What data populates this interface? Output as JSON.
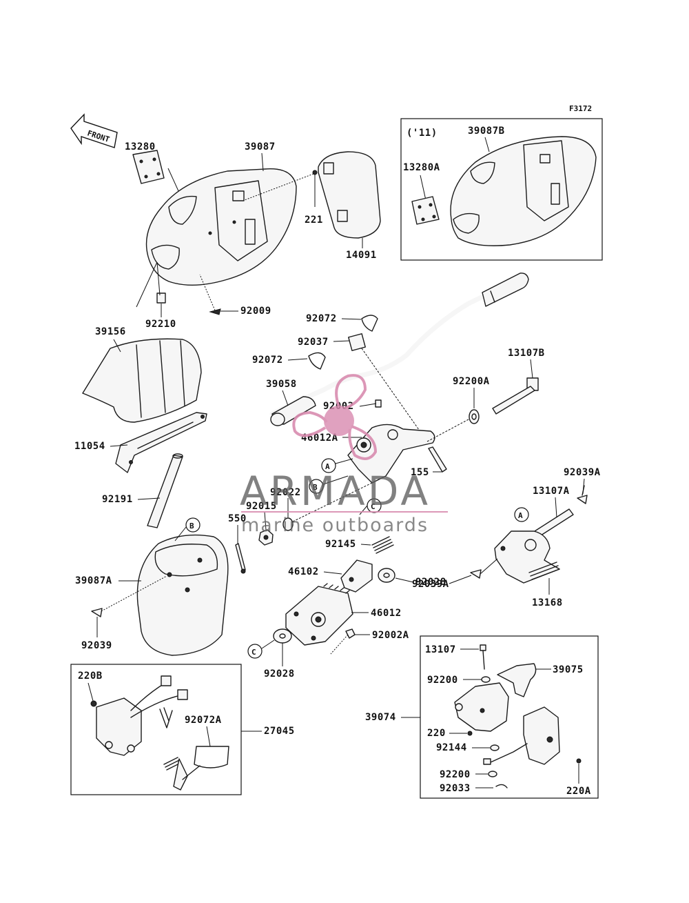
{
  "figure_code": "F3172",
  "front_label": "FRONT",
  "watermark": {
    "brand": "ARMADA",
    "tagline": "marine outboards",
    "accent_color": "#d98cb0",
    "text_color": "#5b5b5b"
  },
  "inset_top": {
    "title": "('11)"
  },
  "parts": {
    "p13280": "13280",
    "p39087": "39087",
    "p221": "221",
    "p14091": "14091",
    "p92210": "92210",
    "p92009": "92009",
    "p39087B": "39087B",
    "p13280A": "13280A",
    "p39156": "39156",
    "p11054": "11054",
    "p92191": "92191",
    "p92072a": "92072",
    "p92037": "92037",
    "p92072b": "92072",
    "p39058": "39058",
    "p92002": "92002",
    "p46012A": "46012A",
    "p13107B": "13107B",
    "p92200A": "92200A",
    "p155": "155",
    "p92039A_r": "92039A",
    "p13107A": "13107A",
    "p92022": "92022",
    "p92015": "92015",
    "p550": "550",
    "p92145": "92145",
    "p46102": "46102",
    "p92028a": "92028",
    "p46012": "46012",
    "p92002A": "92002A",
    "p92028b": "92028",
    "p92039A_l": "92039A",
    "p13168": "13168",
    "p39087A": "39087A",
    "p92039": "92039",
    "p220B": "220B",
    "p92072A": "92072A",
    "p27045": "27045",
    "p13107": "13107",
    "p92200a": "92200",
    "p39075": "39075",
    "p39074": "39074",
    "p220": "220",
    "p92144": "92144",
    "p92200b": "92200",
    "p92033": "92033",
    "p220A": "220A"
  },
  "callouts": {
    "A": "A",
    "B": "B",
    "C": "C"
  }
}
